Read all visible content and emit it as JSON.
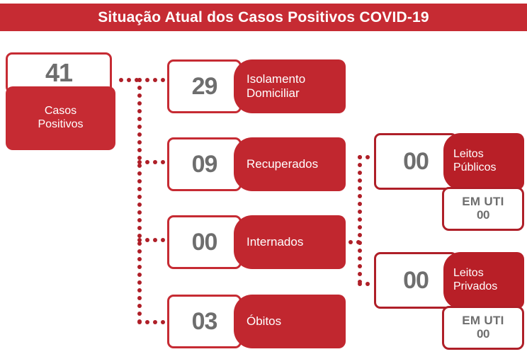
{
  "header": {
    "title": "Situação Atual dos Casos Positivos COVID-19",
    "background_color": "#C62B33",
    "text_color": "#FFFFFF"
  },
  "theme": {
    "brand_red": "#C62B33",
    "deep_red": "#AF1F28",
    "number_gray": "#6E6E6E",
    "page_background": "#FFFFFF"
  },
  "total": {
    "value": "41",
    "label": "Casos\nPositivos"
  },
  "breakdown": [
    {
      "value": "29",
      "label": "Isolamento\nDomiciliar"
    },
    {
      "value": "09",
      "label": "Recuperados"
    },
    {
      "value": "00",
      "label": "Internados"
    },
    {
      "value": "03",
      "label": "Óbitos"
    }
  ],
  "beds": [
    {
      "value": "00",
      "label": "Leitos\nPúblicos",
      "icu_title": "EM UTI",
      "icu_value": "00"
    },
    {
      "value": "00",
      "label": "Leitos\nPrivados",
      "icu_title": "EM UTI",
      "icu_value": "00"
    }
  ],
  "chart_data": {
    "type": "table",
    "title": "Situação Atual dos Casos Positivos COVID-19",
    "categories": [
      "Casos Positivos",
      "Isolamento Domiciliar",
      "Recuperados",
      "Internados",
      "Óbitos",
      "Leitos Públicos",
      "Leitos Públicos EM UTI",
      "Leitos Privados",
      "Leitos Privados EM UTI"
    ],
    "values": [
      41,
      29,
      9,
      0,
      3,
      0,
      0,
      0,
      0
    ],
    "xlabel": "",
    "ylabel": "Casos"
  }
}
